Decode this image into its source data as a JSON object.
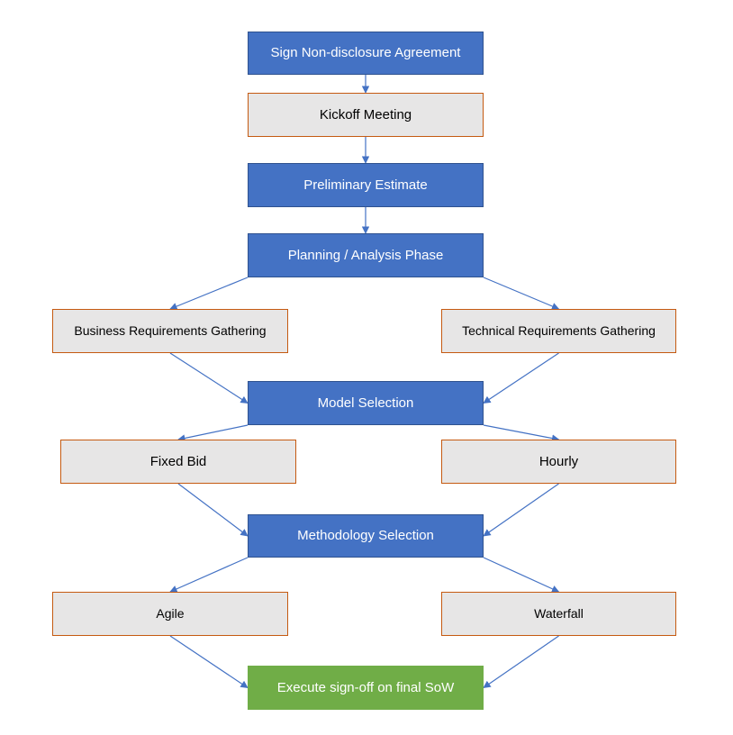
{
  "nodes": {
    "nda": "Sign Non-disclosure Agreement",
    "kickoff": "Kickoff Meeting",
    "estimate": "Preliminary Estimate",
    "planning": "Planning / Analysis Phase",
    "business_req": "Business Requirements Gathering",
    "technical_req": "Technical Requirements Gathering",
    "model": "Model Selection",
    "fixed_bid": "Fixed Bid",
    "hourly": "Hourly",
    "methodology": "Methodology Selection",
    "agile": "Agile",
    "waterfall": "Waterfall",
    "signoff": "Execute sign-off on final SoW"
  },
  "colors": {
    "process_fill": "#4472c4",
    "process_border": "#2f528f",
    "option_fill": "#e7e6e6",
    "option_border": "#c55a11",
    "final_fill": "#70ad47",
    "connector": "#4472c4"
  },
  "edges": [
    [
      "nda",
      "kickoff"
    ],
    [
      "kickoff",
      "estimate"
    ],
    [
      "estimate",
      "planning"
    ],
    [
      "planning",
      "business_req"
    ],
    [
      "planning",
      "technical_req"
    ],
    [
      "business_req",
      "model"
    ],
    [
      "technical_req",
      "model"
    ],
    [
      "model",
      "fixed_bid"
    ],
    [
      "model",
      "hourly"
    ],
    [
      "fixed_bid",
      "methodology"
    ],
    [
      "hourly",
      "methodology"
    ],
    [
      "methodology",
      "agile"
    ],
    [
      "methodology",
      "waterfall"
    ],
    [
      "agile",
      "signoff"
    ],
    [
      "waterfall",
      "signoff"
    ]
  ]
}
